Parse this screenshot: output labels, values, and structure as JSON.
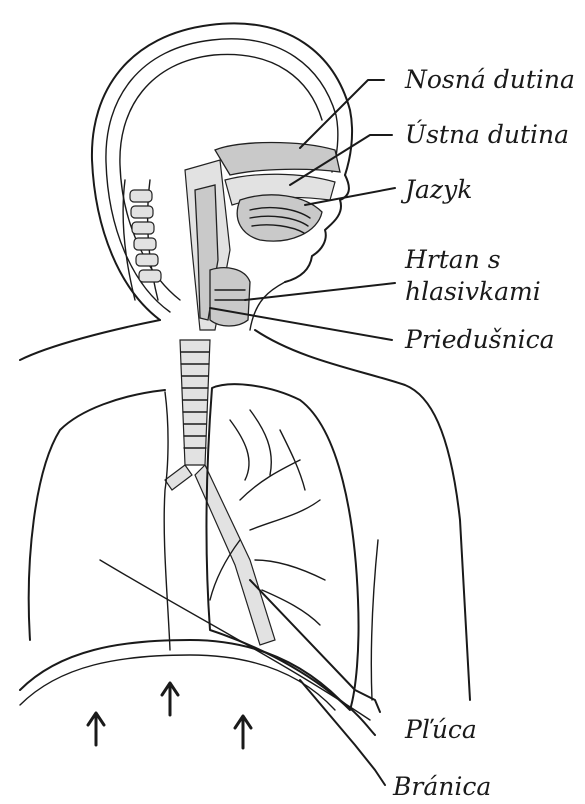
{
  "labels": {
    "nasal_cavity": "Nosná dutina",
    "oral_cavity": "Ústna dutina",
    "tongue": "Jazyk",
    "larynx_line1": "Hrtan s",
    "larynx_line2": "hlasivkami",
    "trachea": "Priedušnica",
    "lungs": "Pľúca",
    "diaphragm": "Bránica"
  },
  "colors": {
    "ink": "#1a1a1a",
    "fill_grey": "#c9c9c9",
    "background": "#ffffff"
  }
}
